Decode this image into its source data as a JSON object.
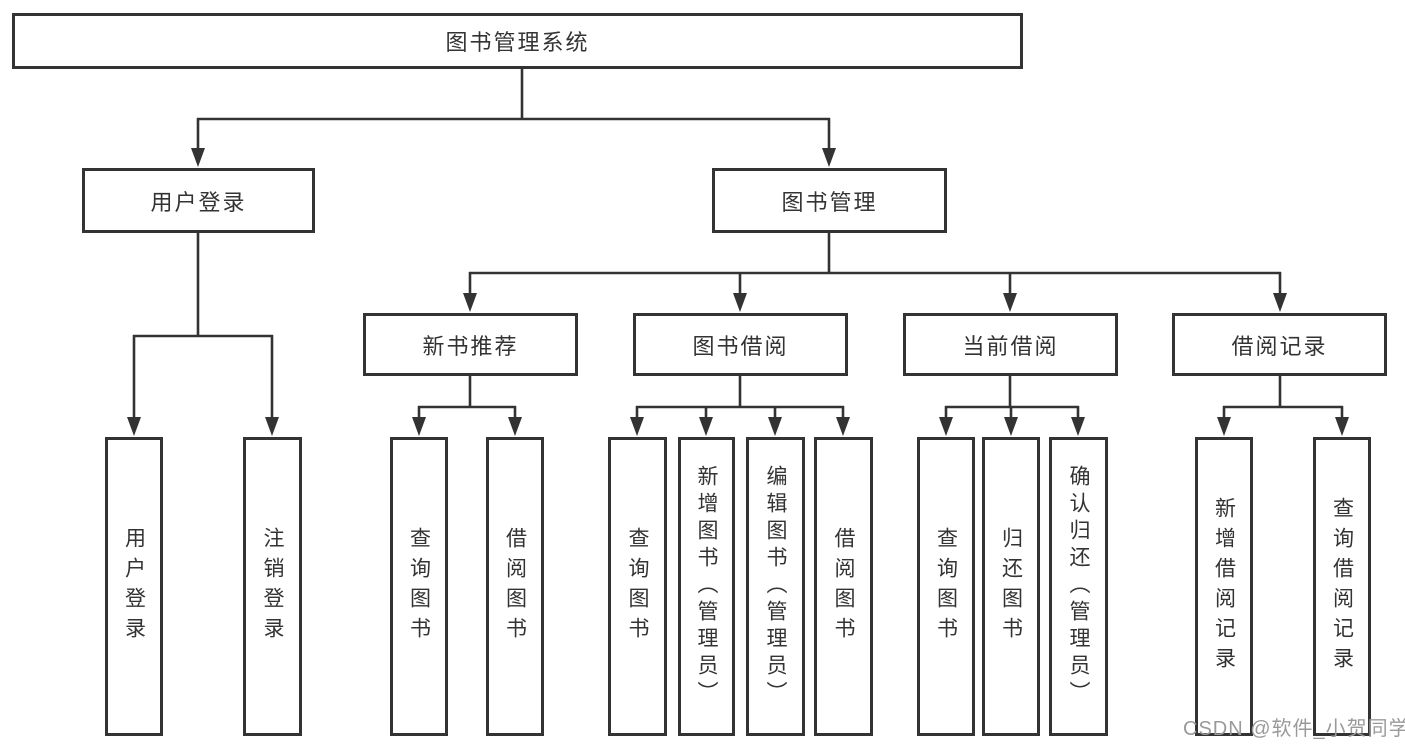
{
  "tree": {
    "root": {
      "label": "图书管理系统"
    },
    "branches": [
      {
        "label": "用户登录",
        "children": [
          "用户登录",
          "注销登录"
        ]
      },
      {
        "label": "图书管理",
        "groups": [
          {
            "label": "新书推荐",
            "children": [
              "查询图书",
              "借阅图书"
            ]
          },
          {
            "label": "图书借阅",
            "children": [
              "查询图书",
              "新增图书（管理员）",
              "编辑图书（管理员）",
              "借阅图书"
            ]
          },
          {
            "label": "当前借阅",
            "children": [
              "查询图书",
              "归还图书",
              "确认归还（管理员）"
            ]
          },
          {
            "label": "借阅记录",
            "children": [
              "新增借阅记录",
              "查询借阅记录"
            ]
          }
        ]
      }
    ]
  },
  "watermark": {
    "text": "CSDN @软件_小贺同学"
  },
  "colors": {
    "line": "#333333",
    "watermark": "#9a9a9a"
  }
}
